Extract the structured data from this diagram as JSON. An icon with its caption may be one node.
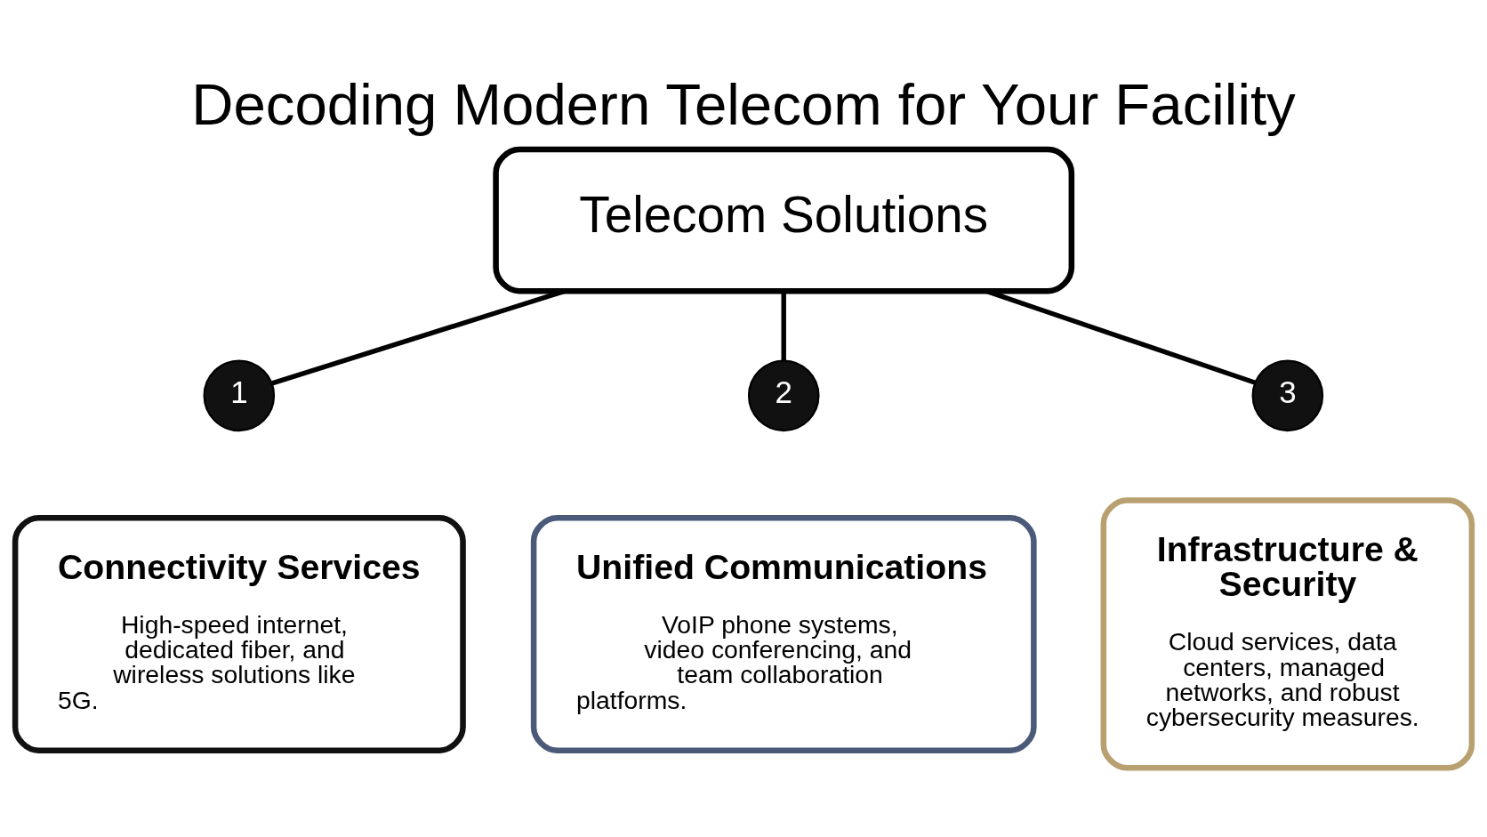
{
  "diagram": {
    "title": "Decoding Modern Telecom for Your Facility",
    "nodes": [
      {
        "text": [
          "Telecom Solutions"
        ]
      },
      {
        "text": [
          "1"
        ]
      },
      {
        "text": [
          "Connectivity Services",
          "High-speed internet, dedicated fiber, and wireless solutions like 5G."
        ]
      },
      {
        "text": [
          "2"
        ]
      },
      {
        "text": [
          "Unified Communications",
          "VoIP phone systems, video conferencing, and team collaboration platforms."
        ]
      },
      {
        "text": [
          "3"
        ]
      },
      {
        "text": [
          "Infrastructure & Security",
          "Cloud services, data centers, managed networks, and robust cybersecurity measures."
        ]
      }
    ],
    "edges": [
      {
        "from": 0,
        "to": 1,
        "arrow": "none"
      },
      {
        "from": 0,
        "to": 3,
        "arrow": "none"
      },
      {
        "from": 0,
        "to": 5,
        "arrow": "none"
      }
    ]
  }
}
